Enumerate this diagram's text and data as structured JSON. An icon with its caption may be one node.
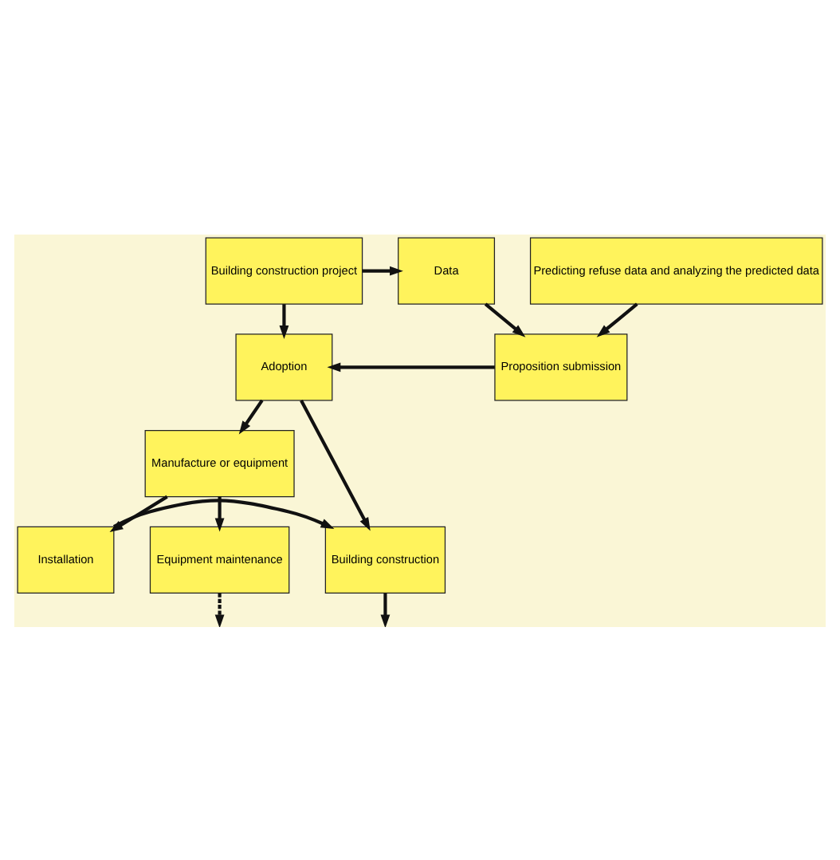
{
  "diagram": {
    "nodes": [
      {
        "text": [
          "Building construction project"
        ]
      },
      {
        "text": [
          "Data"
        ]
      },
      {
        "text": [
          "Predicting refuse data and analyzing the predicted data"
        ]
      },
      {
        "text": [
          "Proposition submission"
        ]
      },
      {
        "text": [
          "Adoption"
        ]
      },
      {
        "text": [
          "Manufacture or equipment"
        ]
      },
      {
        "text": [
          "Building construction"
        ]
      },
      {
        "text": [
          "Installation"
        ]
      },
      {
        "text": [
          "Equipment maintenance"
        ]
      }
    ],
    "edges": [
      {
        "from": 0,
        "to": 1,
        "arrow": "to"
      },
      {
        "from": 2,
        "to": 3,
        "arrow": "to"
      },
      {
        "from": 1,
        "to": 3,
        "arrow": "to"
      },
      {
        "from": 0,
        "to": 4,
        "arrow": "to"
      },
      {
        "from": 3,
        "to": 4,
        "arrow": "to"
      },
      {
        "from": 4,
        "to": 5,
        "arrow": "to"
      },
      {
        "from": 5,
        "to": 7,
        "arrow": "to"
      },
      {
        "from": 5,
        "to": 8,
        "arrow": "to"
      },
      {
        "from": 4,
        "to": 6,
        "arrow": "to"
      },
      {
        "from": 7,
        "to": 6,
        "arrow": "to"
      },
      {
        "from": 6,
        "to": null,
        "arrow": "to"
      },
      {
        "from": 8,
        "to": null,
        "arrow": "to",
        "style": "dashed"
      }
    ]
  }
}
